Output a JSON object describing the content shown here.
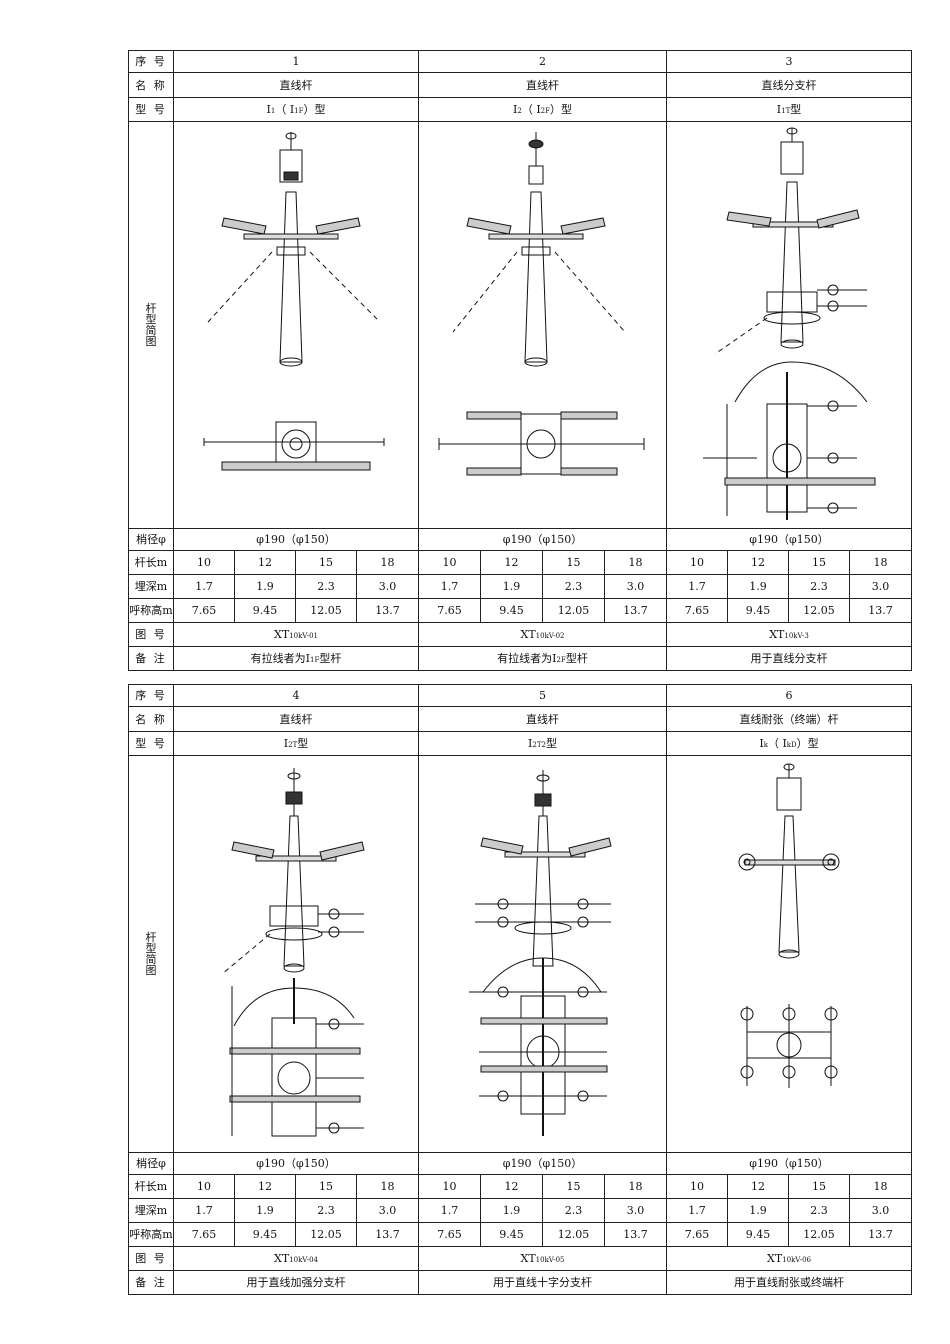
{
  "tables": [
    {
      "row_labels": {
        "seq": "序 号",
        "name": "名 称",
        "model": "型 号",
        "diagram": [
          "杆",
          "型",
          "简",
          "图"
        ],
        "diameter": "梢径φ",
        "length": "杆长m",
        "depth": "埋深m",
        "height": "呼称高m",
        "drawing_no": "图 号",
        "remark": "备 注"
      },
      "columns": [
        {
          "seq": "1",
          "name": "直线杆",
          "model_main": "I",
          "model_sub1": "1",
          "model_mid": "（ I",
          "model_sub2": "1F",
          "model_end": "）型",
          "diameter": "φ190（φ150）",
          "lengths": [
            "10",
            "12",
            "15",
            "18"
          ],
          "depths": [
            "1.7",
            "1.9",
            "2.3",
            "3.0"
          ],
          "heights": [
            "7.65",
            "9.45",
            "12.05",
            "13.7"
          ],
          "drawing_no_main": "XT",
          "drawing_no_sub": "10kV-01",
          "remark_pre": "有拉线者为I",
          "remark_sub": "1F",
          "remark_post": "型杆"
        },
        {
          "seq": "2",
          "name": "直线杆",
          "model_main": "I",
          "model_sub1": "2",
          "model_mid": "（ I",
          "model_sub2": "2F",
          "model_end": "）型",
          "diameter": "φ190（φ150）",
          "lengths": [
            "10",
            "12",
            "15",
            "18"
          ],
          "depths": [
            "1.7",
            "1.9",
            "2.3",
            "3.0"
          ],
          "heights": [
            "7.65",
            "9.45",
            "12.05",
            "13.7"
          ],
          "drawing_no_main": "XT",
          "drawing_no_sub": "10kV-02",
          "remark_pre": "有拉线者为I",
          "remark_sub": "2F",
          "remark_post": "型杆"
        },
        {
          "seq": "3",
          "name": "直线分支杆",
          "model_main": "I",
          "model_sub1": "1T",
          "model_mid": "",
          "model_sub2": "",
          "model_end": "型",
          "diameter": "φ190（φ150）",
          "lengths": [
            "10",
            "12",
            "15",
            "18"
          ],
          "depths": [
            "1.7",
            "1.9",
            "2.3",
            "3.0"
          ],
          "heights": [
            "7.65",
            "9.45",
            "12.05",
            "13.7"
          ],
          "drawing_no_main": "XT",
          "drawing_no_sub": "10kV-3",
          "remark_pre": "用于直线分支杆",
          "remark_sub": "",
          "remark_post": ""
        }
      ]
    },
    {
      "row_labels": {
        "seq": "序 号",
        "name": "名 称",
        "model": "型 号",
        "diagram": [
          "杆",
          "型",
          "简",
          "图"
        ],
        "diameter": "梢径φ",
        "length": "杆长m",
        "depth": "埋深m",
        "height": "呼称高m",
        "drawing_no": "图 号",
        "remark": "备 注"
      },
      "columns": [
        {
          "seq": "4",
          "name": "直线杆",
          "model_main": "I",
          "model_sub1": "2T",
          "model_mid": "",
          "model_sub2": "",
          "model_end": "型",
          "diameter": "φ190（φ150）",
          "lengths": [
            "10",
            "12",
            "15",
            "18"
          ],
          "depths": [
            "1.7",
            "1.9",
            "2.3",
            "3.0"
          ],
          "heights": [
            "7.65",
            "9.45",
            "12.05",
            "13.7"
          ],
          "drawing_no_main": "XT",
          "drawing_no_sub": "10kV-04",
          "remark_pre": "用于直线加强分支杆",
          "remark_sub": "",
          "remark_post": ""
        },
        {
          "seq": "5",
          "name": "直线杆",
          "model_main": "I",
          "model_sub1": "2T2",
          "model_mid": "",
          "model_sub2": "",
          "model_end": "型",
          "diameter": "φ190（φ150）",
          "lengths": [
            "10",
            "12",
            "15",
            "18"
          ],
          "depths": [
            "1.7",
            "1.9",
            "2.3",
            "3.0"
          ],
          "heights": [
            "7.65",
            "9.45",
            "12.05",
            "13.7"
          ],
          "drawing_no_main": "XT",
          "drawing_no_sub": "10kV-05",
          "remark_pre": "用于直线十字分支杆",
          "remark_sub": "",
          "remark_post": ""
        },
        {
          "seq": "6",
          "name": "直线耐张（终端）杆",
          "model_main": "I",
          "model_sub1": "k",
          "model_mid": "（ I",
          "model_sub2": "kD",
          "model_end": "）型",
          "diameter": "φ190（φ150）",
          "lengths": [
            "10",
            "12",
            "15",
            "18"
          ],
          "depths": [
            "1.7",
            "1.9",
            "2.3",
            "3.0"
          ],
          "heights": [
            "7.65",
            "9.45",
            "12.05",
            "13.7"
          ],
          "drawing_no_main": "XT",
          "drawing_no_sub": "10kV-06",
          "remark_pre": "用于直线耐张或终端杆",
          "remark_sub": "",
          "remark_post": ""
        }
      ]
    }
  ]
}
